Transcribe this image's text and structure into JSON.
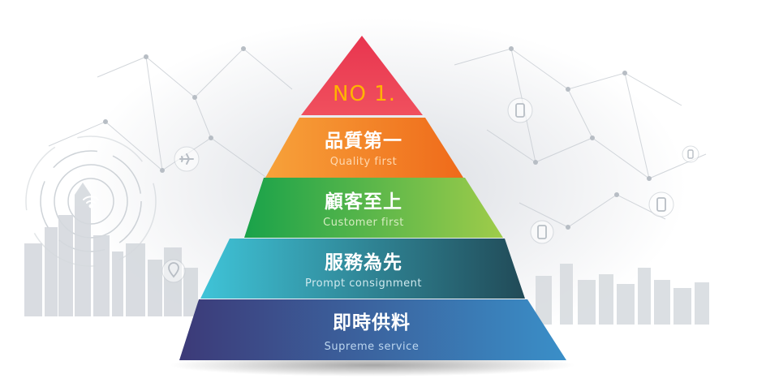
{
  "pyramid": {
    "top": {
      "label": "NO 1.",
      "label_color": "#ffb400",
      "colors": [
        "#e8354f",
        "#f0505e"
      ]
    },
    "tiers": [
      {
        "title": "品質第一",
        "subtitle": "Quality first",
        "colors": [
          "#f7a23a",
          "#ef6a1a"
        ],
        "subtitle_color": "#ffd9b0"
      },
      {
        "title": "顧客至上",
        "subtitle": "Customer first",
        "colors": [
          "#19a24a",
          "#9fcc4a"
        ],
        "subtitle_color": "#d6ecc0"
      },
      {
        "title": "服務為先",
        "subtitle": "Prompt consignment",
        "colors": [
          "#3fc4d8",
          "#214a57"
        ],
        "subtitle_color": "#cfe9ee"
      },
      {
        "title": "即時供料",
        "subtitle": "Supreme service",
        "colors": [
          "#3c3a78",
          "#3a8fc8"
        ],
        "subtitle_color": "#bcd6ef"
      }
    ]
  },
  "background": {
    "icons": [
      "wifi-icon",
      "airplane-icon",
      "phone-icon",
      "location-pin-icon"
    ]
  }
}
